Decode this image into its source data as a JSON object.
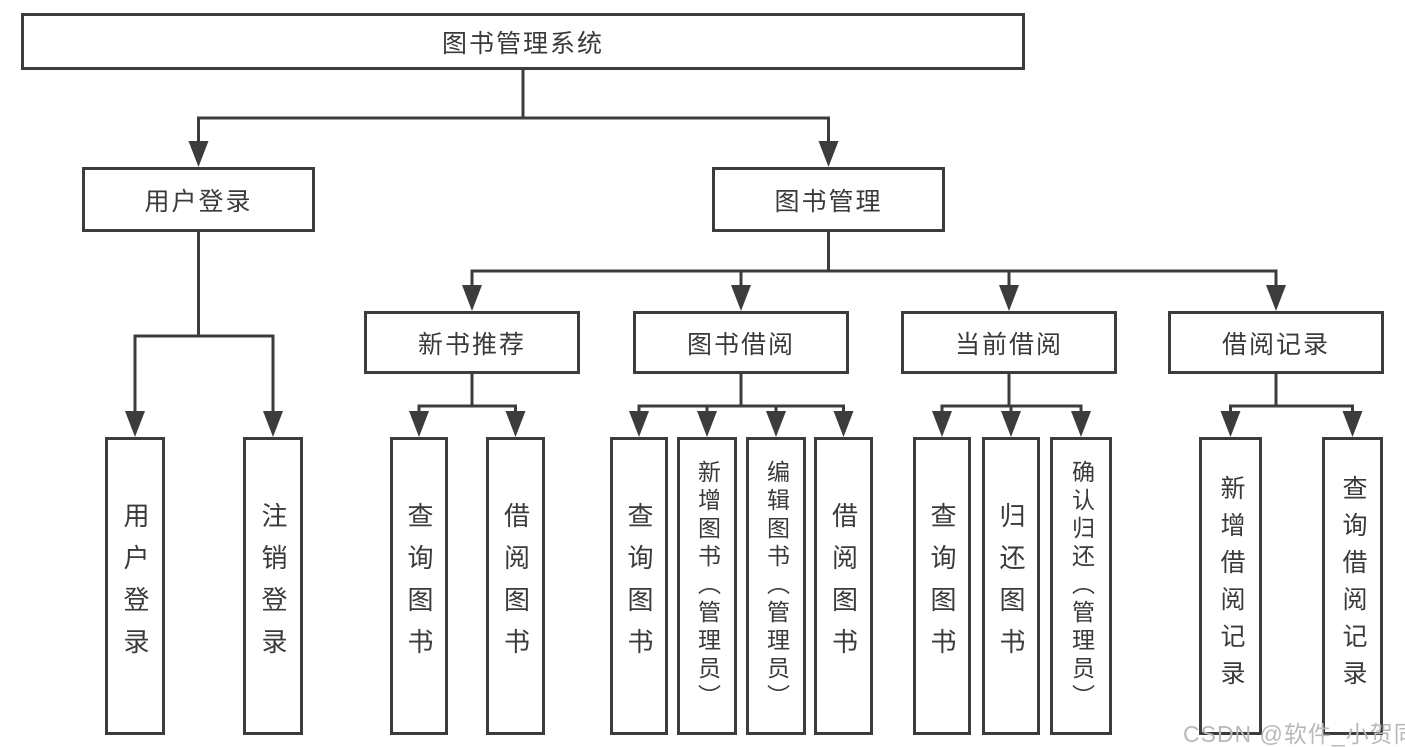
{
  "diagram": {
    "type": "org-tree",
    "line_color": "#3c3c3c",
    "text_color": "#3a3a3a",
    "background": "#ffffff",
    "nodes": [
      {
        "id": "root",
        "label": "图书管理系统"
      },
      {
        "id": "user-login",
        "label": "用户登录"
      },
      {
        "id": "book-mgmt",
        "label": "图书管理"
      },
      {
        "id": "new-books",
        "label": "新书推荐"
      },
      {
        "id": "book-borrow",
        "label": "图书借阅"
      },
      {
        "id": "current-borrow",
        "label": "当前借阅"
      },
      {
        "id": "borrow-records",
        "label": "借阅记录"
      },
      {
        "id": "login-leaf",
        "label": "用户登录"
      },
      {
        "id": "logout-leaf",
        "label": "注销登录"
      },
      {
        "id": "query-books-recommend",
        "label": "查询图书"
      },
      {
        "id": "borrow-books-recommend",
        "label": "借阅图书"
      },
      {
        "id": "query-books-borrow",
        "label": "查询图书"
      },
      {
        "id": "add-book-admin",
        "label": "新增图书（管理员）"
      },
      {
        "id": "edit-book-admin",
        "label": "编辑图书（管理员）"
      },
      {
        "id": "borrow-books-leaf",
        "label": "借阅图书"
      },
      {
        "id": "query-books-current",
        "label": "查询图书"
      },
      {
        "id": "return-books",
        "label": "归还图书"
      },
      {
        "id": "confirm-return-admin",
        "label": "确认归还（管理员）"
      },
      {
        "id": "add-borrow-record",
        "label": "新增借阅记录"
      },
      {
        "id": "query-borrow-record",
        "label": "查询借阅记录"
      }
    ],
    "edges": [
      {
        "parent": "root",
        "children": [
          "user-login",
          "book-mgmt"
        ]
      },
      {
        "parent": "user-login",
        "children": [
          "login-leaf",
          "logout-leaf"
        ]
      },
      {
        "parent": "book-mgmt",
        "children": [
          "new-books",
          "book-borrow",
          "current-borrow",
          "borrow-records"
        ]
      },
      {
        "parent": "new-books",
        "children": [
          "query-books-recommend",
          "borrow-books-recommend"
        ]
      },
      {
        "parent": "book-borrow",
        "children": [
          "query-books-borrow",
          "add-book-admin",
          "edit-book-admin",
          "borrow-books-leaf"
        ]
      },
      {
        "parent": "current-borrow",
        "children": [
          "query-books-current",
          "return-books",
          "confirm-return-admin"
        ]
      },
      {
        "parent": "borrow-records",
        "children": [
          "add-borrow-record",
          "query-borrow-record"
        ]
      }
    ]
  },
  "watermark": {
    "text": "CSDN @软件_小贺同学",
    "color": "#b9b9b9"
  }
}
